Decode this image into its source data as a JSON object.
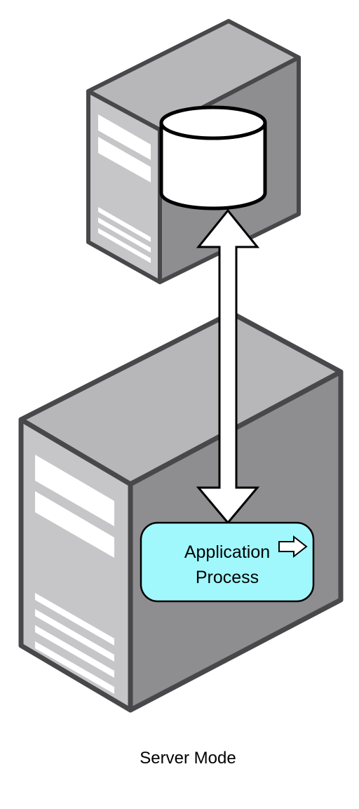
{
  "diagram": {
    "caption": "Server Mode",
    "process_box": {
      "line1": "Application",
      "line2": "Process"
    },
    "colors": {
      "server_front": "#c6c6c8",
      "server_top": "#b7b7b9",
      "server_side": "#8e8e91",
      "server_outline": "#48484b",
      "process_fill": "#a0f8fc",
      "arrow_fill": "#ffffff"
    }
  }
}
